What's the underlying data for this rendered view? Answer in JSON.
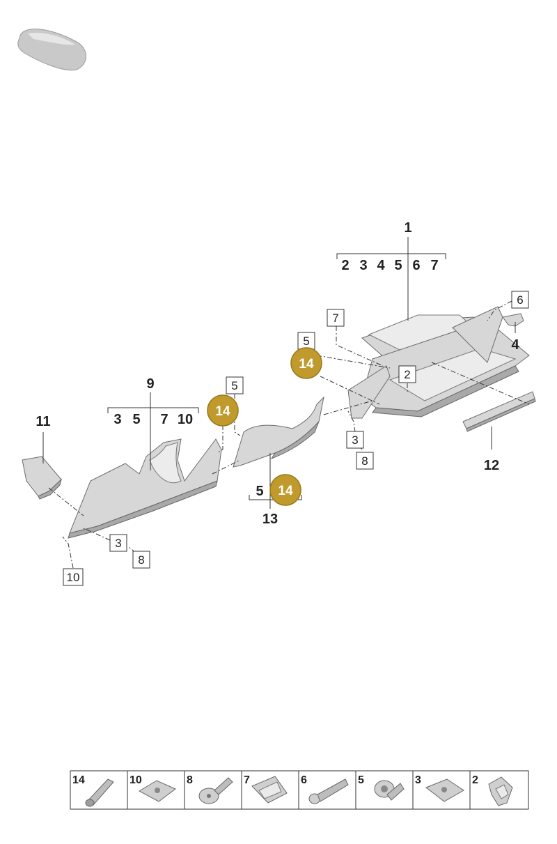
{
  "callouts": {
    "c1": "1",
    "group1": [
      "2",
      "3",
      "4",
      "5",
      "6",
      "7"
    ],
    "c9": "9",
    "group9": [
      "3",
      "5",
      "7",
      "10"
    ],
    "c11": "11",
    "c12": "12",
    "c13": "13",
    "c13_prefix": "5",
    "c4": "4"
  },
  "boxes": {
    "b6": "6",
    "b7": "7",
    "b5a": "5",
    "b2": "2",
    "b3a": "3",
    "b8a": "8",
    "b5b": "5",
    "b3b": "3",
    "b8b": "8",
    "b10": "10"
  },
  "badges": {
    "g1": "14",
    "g2": "14",
    "g3": "14"
  },
  "legend": [
    "14",
    "10",
    "8",
    "7",
    "6",
    "5",
    "3",
    "2"
  ],
  "colors": {
    "badge": "#c09a2c",
    "part": "#d7d7d7"
  }
}
